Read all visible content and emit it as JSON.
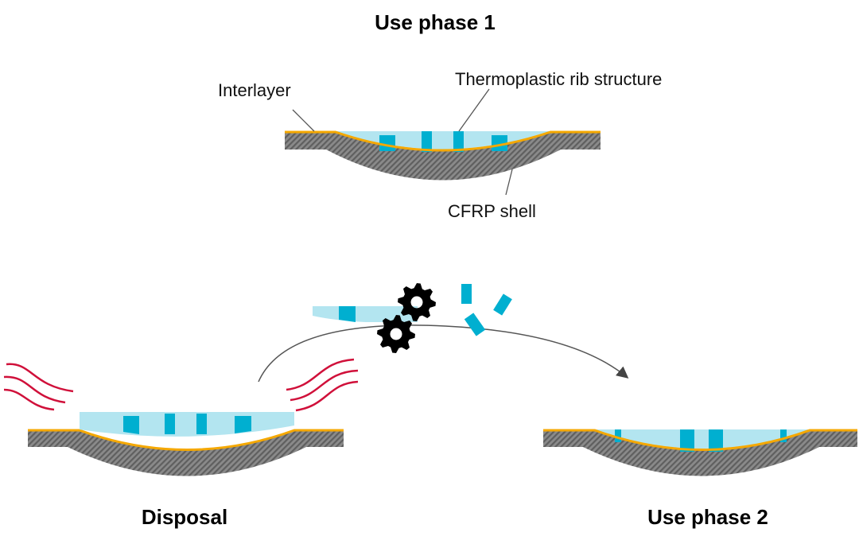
{
  "titles": {
    "phase1": "Use phase 1",
    "disposal": "Disposal",
    "phase2": "Use phase 2"
  },
  "labels": {
    "interlayer": "Interlayer",
    "ribs": "Thermoplastic rib structure",
    "shell": "CFRP shell"
  },
  "colors": {
    "lens": "#b3e5f0",
    "rib": "#00afd0",
    "interlayer": "#f5a800",
    "shell": "#777777",
    "heat": "#d0103a",
    "gear": "#000000",
    "arrow": "#555555"
  }
}
